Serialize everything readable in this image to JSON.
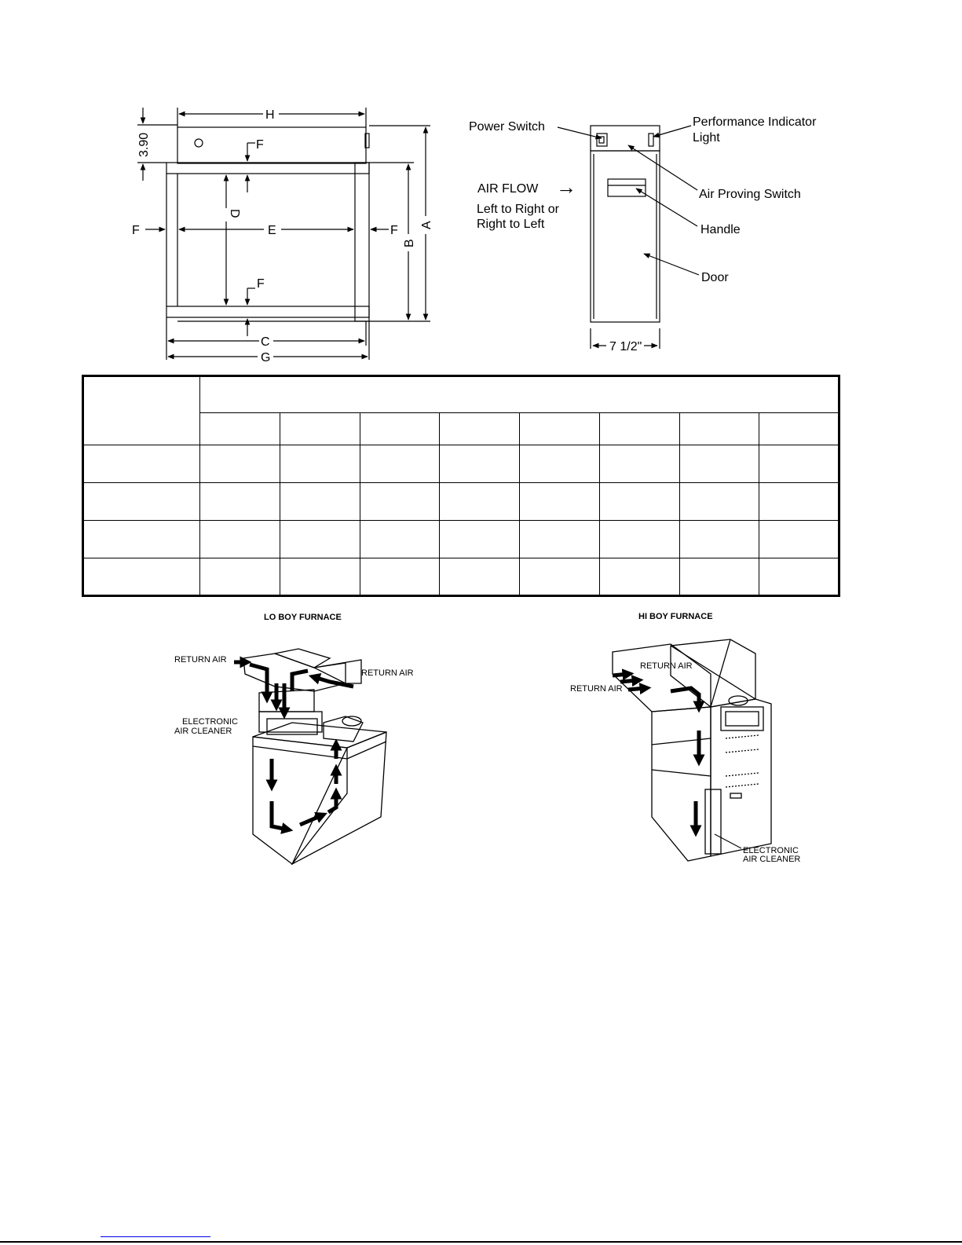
{
  "dimension_drawing": {
    "labels": {
      "H": "H",
      "A": "A",
      "B": "B",
      "C": "C",
      "D": "D",
      "E": "E",
      "F": "F",
      "G": "G",
      "top_height": "3.90"
    }
  },
  "side_view": {
    "power_switch": "Power Switch",
    "performance_indicator_line1": "Performance Indicator",
    "performance_indicator_line2": "Light",
    "air_flow": "AIR FLOW",
    "air_flow_arrow": "→",
    "direction_line1": "Left to Right or",
    "direction_line2": "Right to Left",
    "air_proving_switch": "Air Proving Switch",
    "handle": "Handle",
    "door": "Door",
    "width": "7 1/2\""
  },
  "table": {
    "rows": [
      [
        "",
        ""
      ],
      [
        "",
        "",
        "",
        "",
        "",
        "",
        "",
        ""
      ],
      [
        "",
        "",
        "",
        "",
        "",
        "",
        "",
        "",
        ""
      ],
      [
        "",
        "",
        "",
        "",
        "",
        "",
        "",
        "",
        ""
      ],
      [
        "",
        "",
        "",
        "",
        "",
        "",
        "",
        "",
        ""
      ],
      [
        "",
        "",
        "",
        "",
        "",
        "",
        "",
        "",
        ""
      ]
    ]
  },
  "lo_boy": {
    "title": "LO BOY FURNACE",
    "return_air_left": "RETURN AIR",
    "return_air_right": "RETURN AIR",
    "cleaner_line1": "ELECTRONIC",
    "cleaner_line2": "AIR CLEANER"
  },
  "hi_boy": {
    "title": "HI BOY FURNACE",
    "return_air_top": "RETURN AIR",
    "return_air_left": "RETURN AIR",
    "cleaner_line1": "ELECTRONIC",
    "cleaner_line2": "AIR CLEANER"
  },
  "footer": {
    "link_text": ""
  },
  "colors": {
    "ink": "#000000",
    "link": "#0000ee"
  }
}
